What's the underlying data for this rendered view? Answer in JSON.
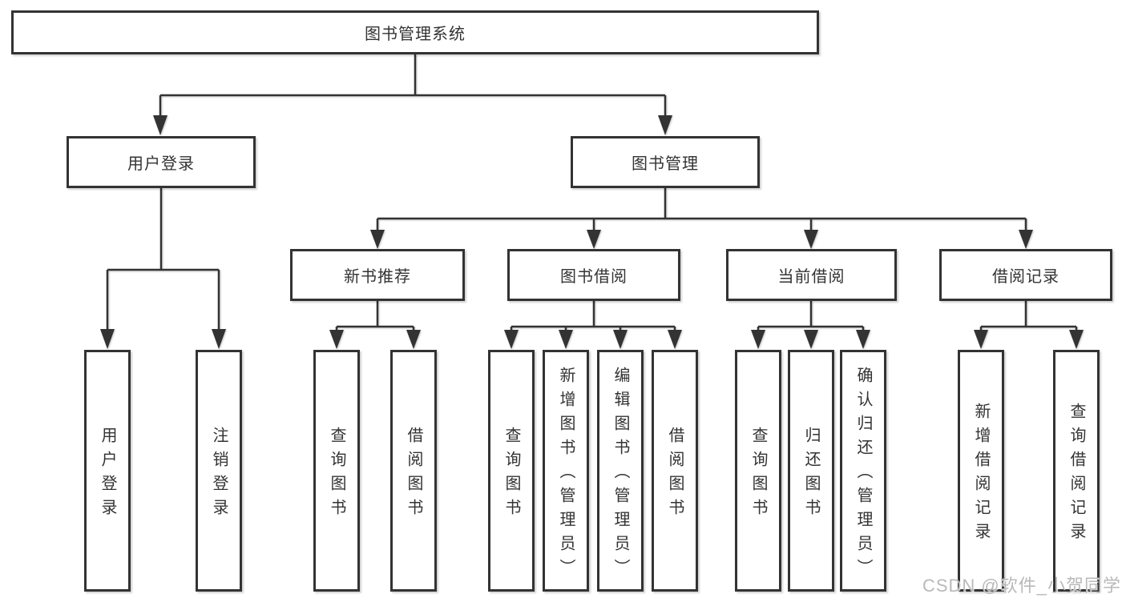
{
  "tree": {
    "root": {
      "label": "图书管理系统"
    },
    "level2": [
      {
        "label": "用户登录",
        "leaves": [
          "用户登录",
          "注销登录"
        ]
      },
      {
        "label": "图书管理",
        "children": [
          {
            "label": "新书推荐",
            "leaves": [
              "查询图书",
              "借阅图书"
            ]
          },
          {
            "label": "图书借阅",
            "leaves": [
              "查询图书",
              "新增图书（管理员）",
              "编辑图书（管理员）",
              "借阅图书"
            ]
          },
          {
            "label": "当前借阅",
            "leaves": [
              "查询图书",
              "归还图书",
              "确认归还（管理员）"
            ]
          },
          {
            "label": "借阅记录",
            "leaves": [
              "新增借阅记录",
              "查询借阅记录"
            ]
          }
        ]
      }
    ]
  },
  "watermark": {
    "text": "CSDN @软件_小贺同学",
    "color": "#b9b9b9"
  },
  "style": {
    "line_color": "#333333",
    "text_color": "#333333",
    "box_fill": "#ffffff",
    "page_background": "#ffffff"
  }
}
